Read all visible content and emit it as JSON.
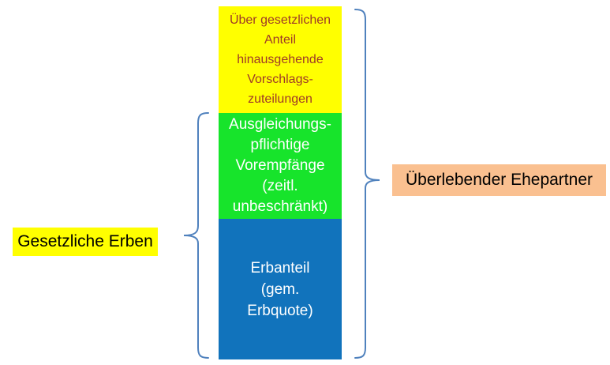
{
  "diagram": {
    "title_hint": "Inheritance shares diagram (German)",
    "bar": {
      "segments": [
        {
          "id": "vorschlagszuteilungen",
          "label": "Über gesetzlichen\nAnteil\nhinausgehende\nVorschlags-\nzuteilungen",
          "fill": "#FFFF00",
          "text_color": "#9E3A28"
        },
        {
          "id": "vorempfaenge",
          "label": "Ausgleichungs-\npflichtige\nVorempfänge\n(zeitl.\nunbeschränkt)",
          "fill": "#17E42B",
          "text_color": "#FFFFFF"
        },
        {
          "id": "erbanteil",
          "label": "Erbanteil\n(gem.\nErbquote)",
          "fill": "#1173BC",
          "text_color": "#FFFFFF"
        }
      ]
    },
    "labels": {
      "left": {
        "text": "Gesetzliche Erben",
        "bg": "#FFFF00",
        "color": "#000000"
      },
      "right": {
        "text": "Überlebender Ehepartner",
        "bg": "#FAC090",
        "color": "#000000"
      }
    },
    "braces": {
      "color": "#4F81BD",
      "left_covers": "green + blue segments (Gesetzliche Erben)",
      "right_covers": "all three segments (Überlebender Ehepartner)"
    }
  },
  "colors": {
    "background": "#FFFFFF",
    "yellow": "#FFFF00",
    "green": "#17E42B",
    "blue": "#1173BC",
    "peach": "#FAC090",
    "dark_red_text": "#9E3A28",
    "brace": "#4F81BD"
  }
}
